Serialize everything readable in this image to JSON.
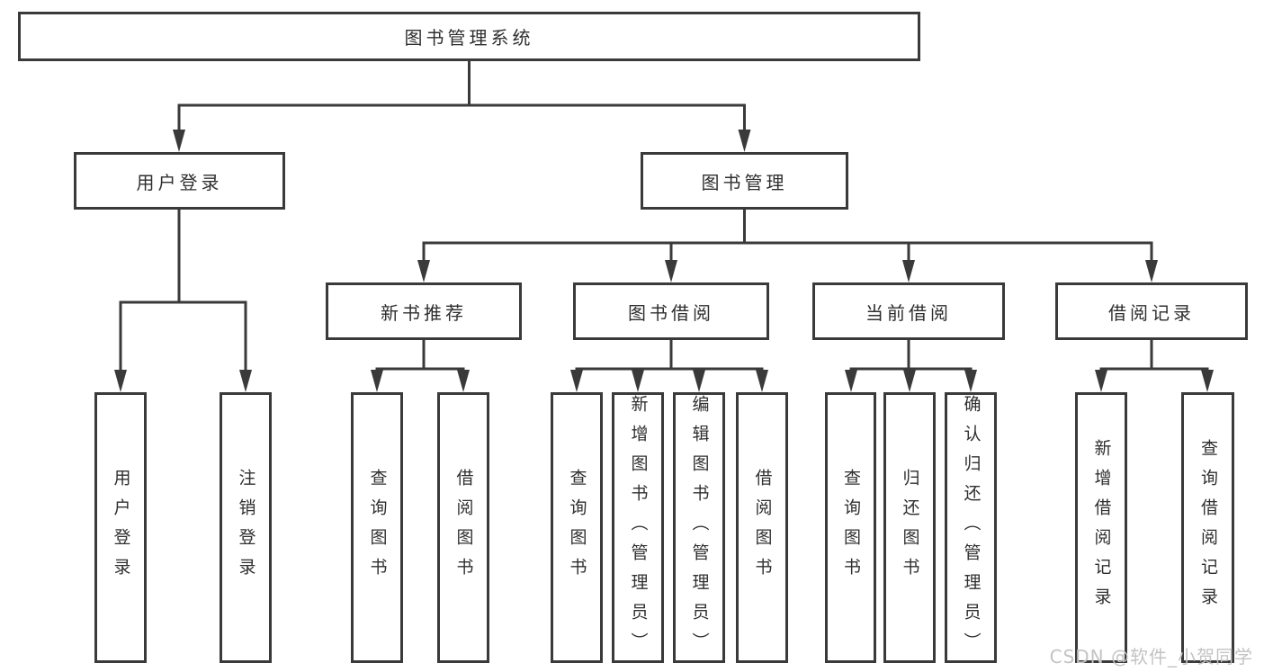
{
  "nodes": {
    "root": {
      "label": "图书管理系统"
    },
    "user_login": {
      "label": "用户登录"
    },
    "book_mgmt": {
      "label": "图书管理"
    },
    "new_book_rec": {
      "label": "新书推荐"
    },
    "book_borrow": {
      "label": "图书借阅"
    },
    "current_borrow": {
      "label": "当前借阅"
    },
    "borrow_record": {
      "label": "借阅记录"
    },
    "leaf_user_login": {
      "label": "用户登录"
    },
    "leaf_logout": {
      "label": "注销登录"
    },
    "leaf_rec_query": {
      "label": "查询图书"
    },
    "leaf_rec_borrow": {
      "label": "借阅图书"
    },
    "leaf_bb_query": {
      "label": "查询图书"
    },
    "leaf_bb_add": {
      "label": "新增图书（管理员）"
    },
    "leaf_bb_edit": {
      "label": "编辑图书（管理员）"
    },
    "leaf_bb_borrow": {
      "label": "借阅图书"
    },
    "leaf_cb_query": {
      "label": "查询图书"
    },
    "leaf_cb_return": {
      "label": "归还图书"
    },
    "leaf_cb_confirm": {
      "label": "确认归还（管理员）"
    },
    "leaf_br_add": {
      "label": "新增借阅记录"
    },
    "leaf_br_query": {
      "label": "查询借阅记录"
    }
  },
  "watermark": {
    "text": "CSDN @软件_小贺同学"
  },
  "colors": {
    "line": "#3a3a3a",
    "text": "#2f2f2f",
    "watermark": "#c3c3c3",
    "background": "#ffffff"
  }
}
